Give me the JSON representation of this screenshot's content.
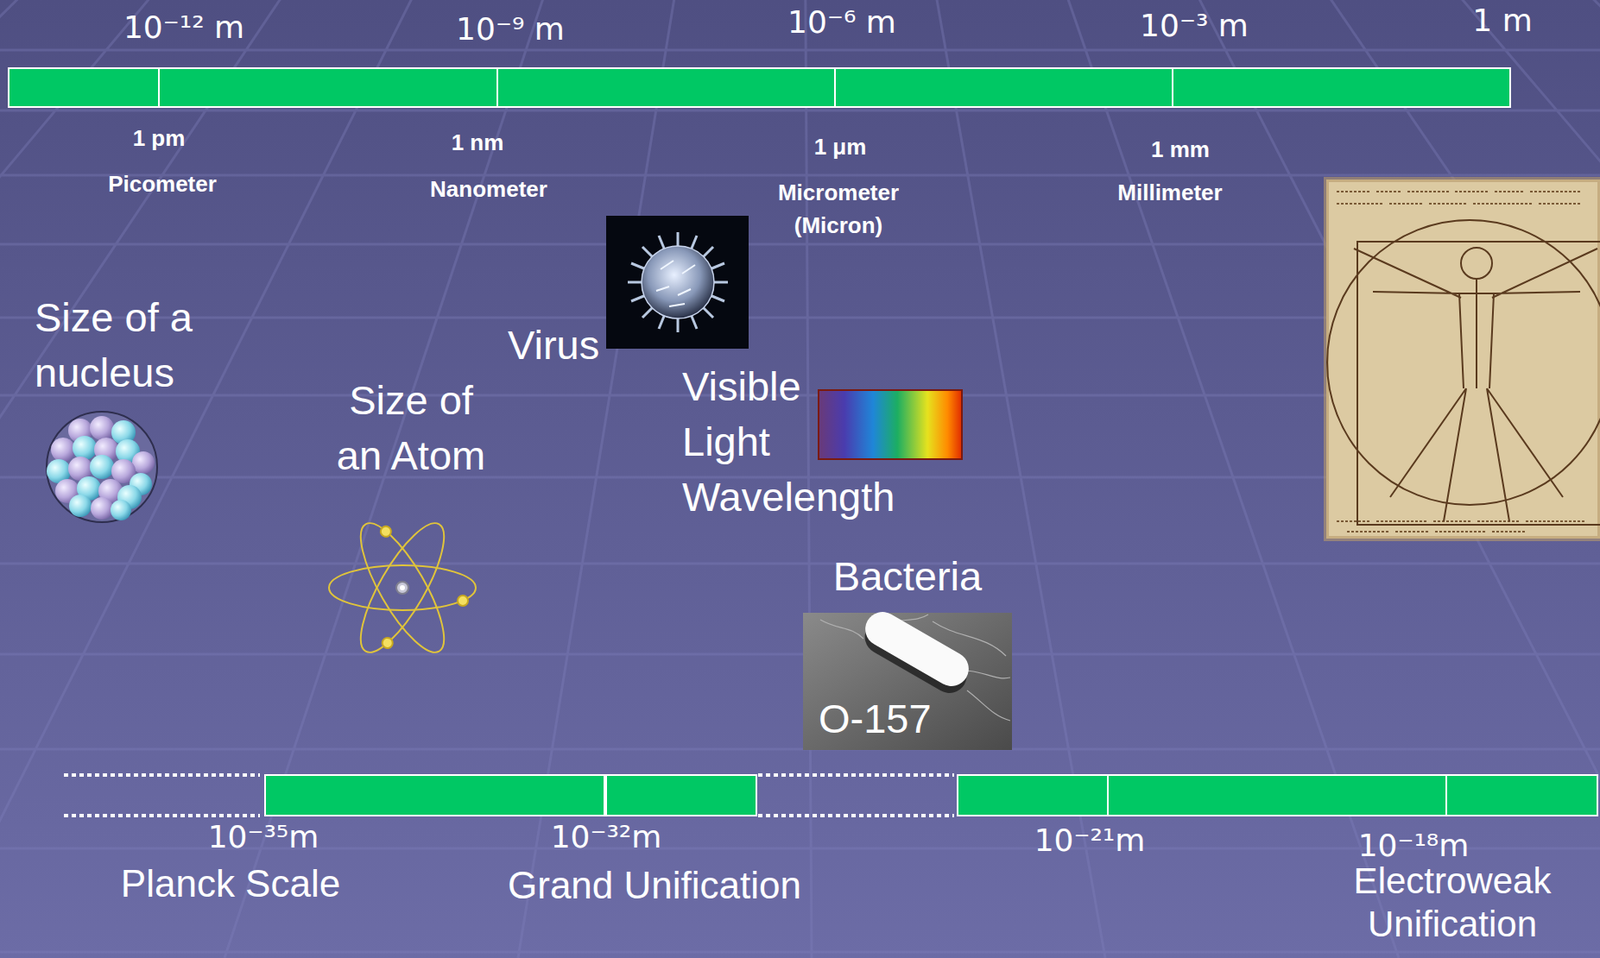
{
  "diagram": {
    "nodes": [
      {
        "text": [
          "Bacteria",
          "O-157"
        ]
      }
    ],
    "labels": [
      "10⁻¹² m",
      "10⁻⁹ m",
      "10⁻⁶ m",
      "10⁻³ m",
      "1 m",
      "1 pm",
      "Picometer",
      "1 nm",
      "Nanometer",
      "1 μm",
      "Micrometer (Micron)",
      "1 mm",
      "Millimeter",
      "Size of a nucleus",
      "Virus",
      "Visible Light Wavelength",
      "Size of an Atom",
      "10⁻³⁵m",
      "Planck Scale",
      "10⁻³²m",
      "Grand Unification",
      "10⁻²¹m",
      "10⁻¹⁸m",
      "Electroweak Unification"
    ]
  }
}
